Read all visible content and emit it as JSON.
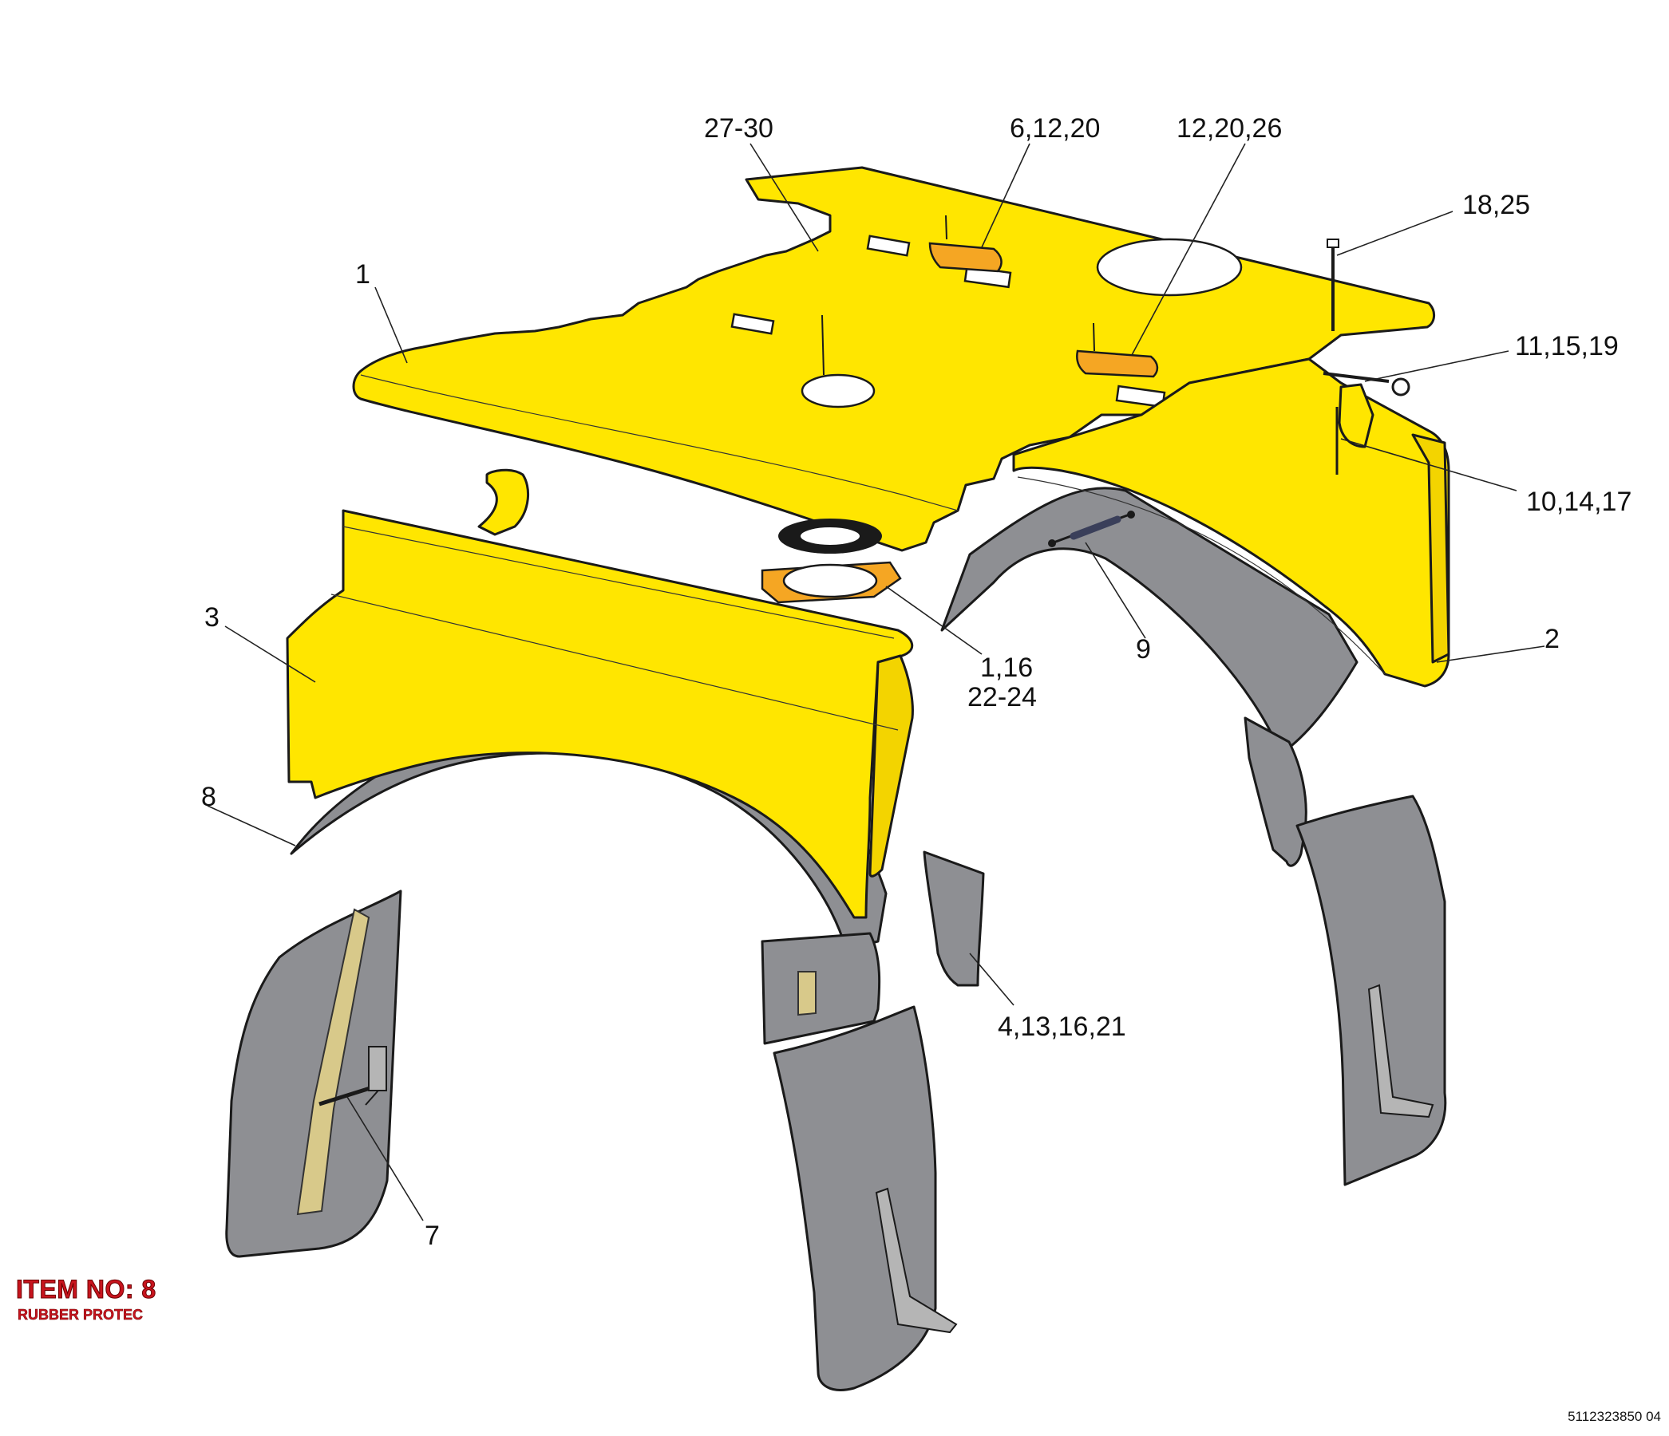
{
  "callouts": {
    "c_1": "1",
    "c_2": "2",
    "c_3": "3",
    "c_4": "4,13,16,21",
    "c_6": "6,12,20",
    "c_7": "7",
    "c_8": "8",
    "c_9": "9",
    "c_10": "10,14,17",
    "c_11": "11,15,19",
    "c_12": "12,20,26",
    "c_18": "18,25",
    "c_1_16_line1": "1,16",
    "c_1_16_line2": "22-24",
    "c_27": "27-30"
  },
  "item": {
    "title": "ITEM NO: 8",
    "subtitle": "RUBBER PROTEC"
  },
  "document_number": "5112323850 04",
  "colors": {
    "sheet_metal": "#ffe600",
    "rubber": "#8e8f93",
    "gasket": "#f5a623",
    "item_label": "#c8141e"
  }
}
